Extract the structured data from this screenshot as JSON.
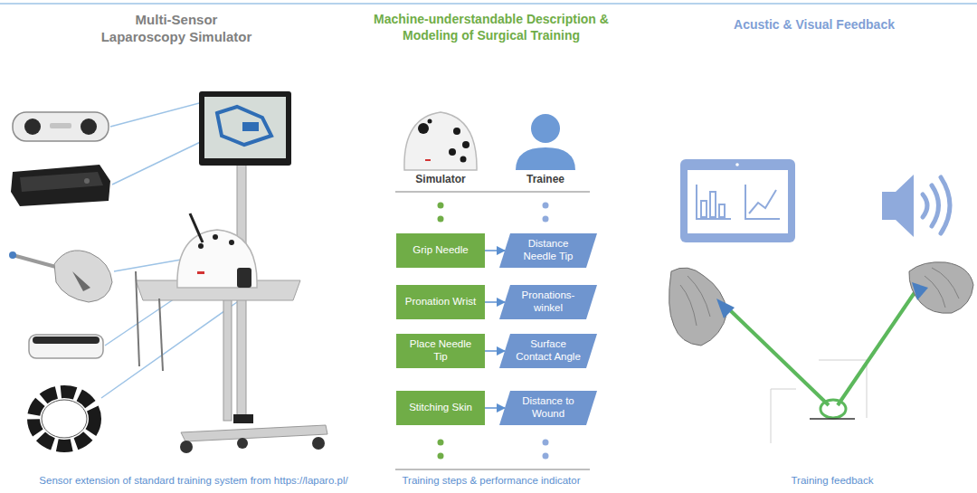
{
  "diagram": {
    "nodes": [
      {
        "text": [
          "Grip Needle"
        ]
      },
      {
        "text": [
          "Distance Needle Tip"
        ]
      },
      {
        "text": [
          "Pronation Wrist"
        ]
      },
      {
        "text": [
          "Pronations-winkel"
        ]
      },
      {
        "text": [
          "Place Needle Tip"
        ]
      },
      {
        "text": [
          "Surface Contact Angle"
        ]
      },
      {
        "text": [
          "Stitching Skin"
        ]
      },
      {
        "text": [
          "Distance to Wound"
        ]
      }
    ],
    "edges": [
      {
        "from": 0,
        "to": 1,
        "arrow": "to"
      },
      {
        "from": 2,
        "to": 3,
        "arrow": "to"
      },
      {
        "from": 4,
        "to": 5,
        "arrow": "to"
      },
      {
        "from": 6,
        "to": 7,
        "arrow": "to"
      }
    ],
    "labels": [
      "Multi-Sensor Laparoscopy Simulator",
      "Machine-understandable Description & Modeling of Surgical Training",
      "Acustic & Visual Feedback",
      "Simulator",
      "Trainee",
      "Sensor extension of standard training system from https://laparo.pl/",
      "Training steps & performance indicator",
      "Training feedback"
    ]
  }
}
